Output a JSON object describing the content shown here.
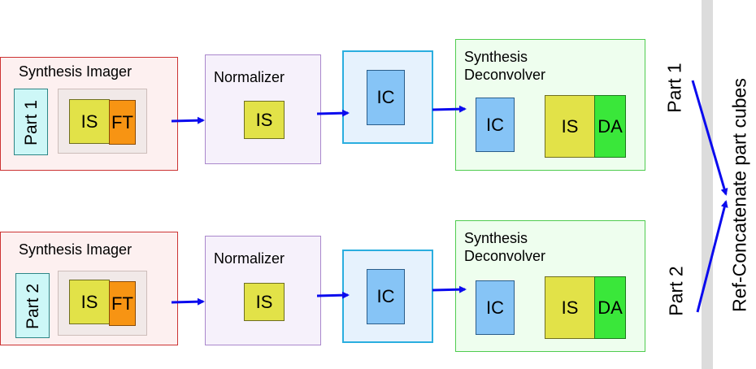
{
  "colors": {
    "imager_fill": "#fdf0f0",
    "imager_border": "#cc3333",
    "part_fill": "#cdf7f7",
    "normalizer_fill": "#f6f1fb",
    "normalizer_border": "#aa88cc",
    "ic_outer_fill": "#e6f2fd",
    "ic_outer_border": "#2aaedf",
    "ic_fill": "#86c4f6",
    "deconvolver_fill": "#eefeee",
    "deconvolver_border": "#4fcc4f",
    "is_fill": "#e2e248",
    "ft_fill": "#f79413",
    "da_fill": "#3ae73a",
    "arrow": "#0b0bee",
    "separator": "#dcdcdc"
  },
  "rows": [
    {
      "imager": {
        "title": "Synthesis Imager",
        "part": "Part 1",
        "is": "IS",
        "ft": "FT"
      },
      "normalizer": {
        "title": "Normalizer",
        "is": "IS"
      },
      "ic": "IC",
      "deconvolver": {
        "title": "Synthesis\nDeconvolver",
        "ic": "IC",
        "is": "IS",
        "da": "DA"
      }
    },
    {
      "imager": {
        "title": "Synthesis Imager",
        "part": "Part 2",
        "is": "IS",
        "ft": "FT"
      },
      "normalizer": {
        "title": "Normalizer",
        "is": "IS"
      },
      "ic": "IC",
      "deconvolver": {
        "title": "Synthesis\nDeconvolver",
        "ic": "IC",
        "is": "IS",
        "da": "DA"
      }
    }
  ],
  "merge": {
    "part1_label": "Part 1",
    "part2_label": "Part 2",
    "concat_label": "Ref-Concatenate part cubes"
  }
}
